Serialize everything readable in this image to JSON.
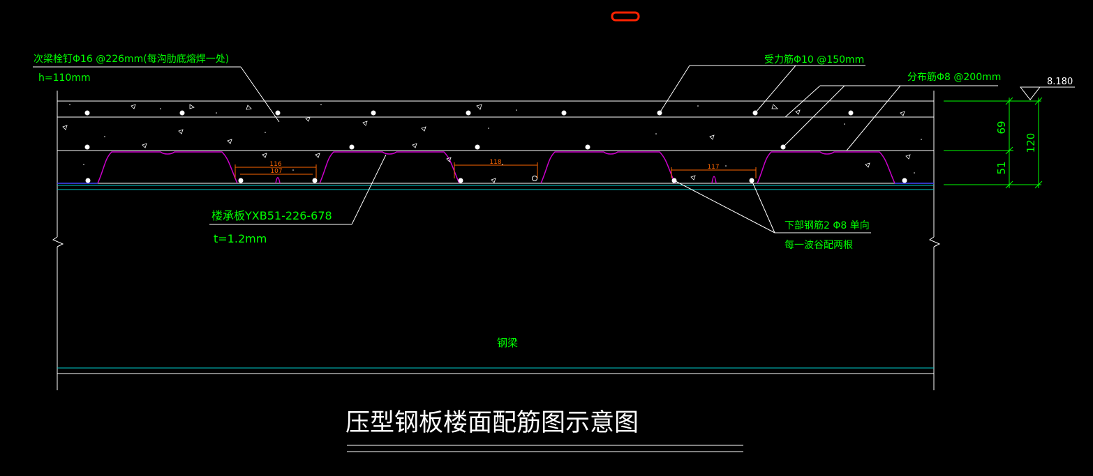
{
  "drawing": {
    "title": "压型钢板楼面配筋图示意图",
    "elevation_mark": "8.180"
  },
  "labels": {
    "stud": "次梁栓钉Φ16 @226mm(每沟肋底熔焊一处)",
    "slab_h": "h=110mm",
    "main_bar": "受力筋Φ10 @150mm",
    "dist_bar": "分布筋Φ8 @200mm",
    "deck": "楼承板YXB51-226-678",
    "deck_t": "t=1.2mm",
    "bottom_bar_1": "下部钢筋2 Φ8 单向",
    "bottom_bar_2": "每一波谷配两根",
    "beam": "钢梁"
  },
  "dimensions": {
    "upper": "69",
    "lower": "51",
    "total": "120",
    "trough_1_top": "116",
    "trough_1_bottom": "107",
    "trough_2": "118",
    "trough_3": "117"
  },
  "colors": {
    "background": "#000000",
    "line": "#ffffff",
    "annotation": "#00ff00",
    "deck_profile": "#cc00cc",
    "dimension": "#ff6600",
    "beam_line": "#00cccc",
    "marker": "#ff2200"
  }
}
